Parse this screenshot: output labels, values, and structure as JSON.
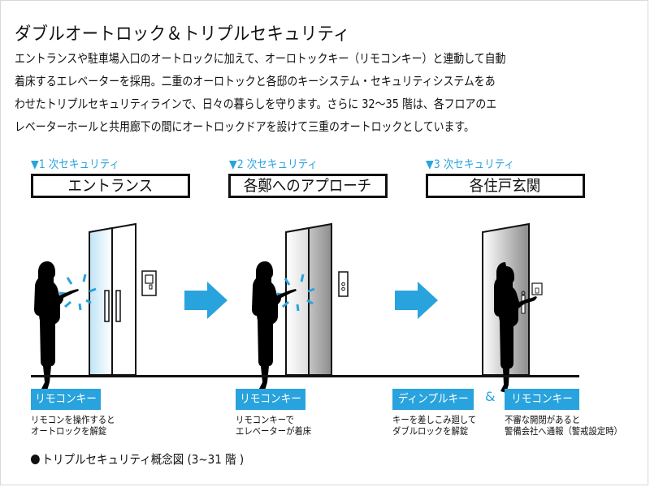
{
  "title": "ダブルオートロック＆トリプルセキュリティ",
  "intro_lines": [
    "エントランスや駐車場入口のオートロックに加えて、オーロトックキー（リモコンキー）と連動して自動",
    "着床するエレベーターを採用。二重のオーロトックと各邸のキーシステム・セキュリティシステムをあ",
    "わせたトリプルセキュリティラインで、日々の暮らしを守ります。さらに 32〜35 階は、各フロアのエ",
    "レベーターホールと共用廊下の間にオートロックドアを設けて三重のオートロックとしています。"
  ],
  "accent_color": "#29a3dd",
  "stages": [
    {
      "label": "▼1 次セキュリティ",
      "name": "エントランス",
      "keys": [
        "リモコンキー"
      ],
      "desc_lines": [
        "リモコンを操作すると",
        "オートロックを解錠"
      ]
    },
    {
      "label": "▼2 次セキュリティ",
      "name": "各鄭へのアプローチ",
      "keys": [
        "リモコンキー"
      ],
      "desc_lines": [
        "リモコンキーで",
        "エレベーターが着床"
      ]
    },
    {
      "label": "▼3 次セキュリティ",
      "name": "各住戸玄関",
      "keys": [
        "ディンプルキー",
        "リモコンキー"
      ],
      "key_joiner": "&",
      "desc_lines": [
        "キーを差しこみ廻して",
        "ダブルロックを解錠"
      ],
      "desc2_lines": [
        "不審な開閉があると",
        "警備会社へ通報（警戒設定時）"
      ]
    }
  ],
  "caption": "トリプルセキュリティ概念図 (3~31 階 )"
}
